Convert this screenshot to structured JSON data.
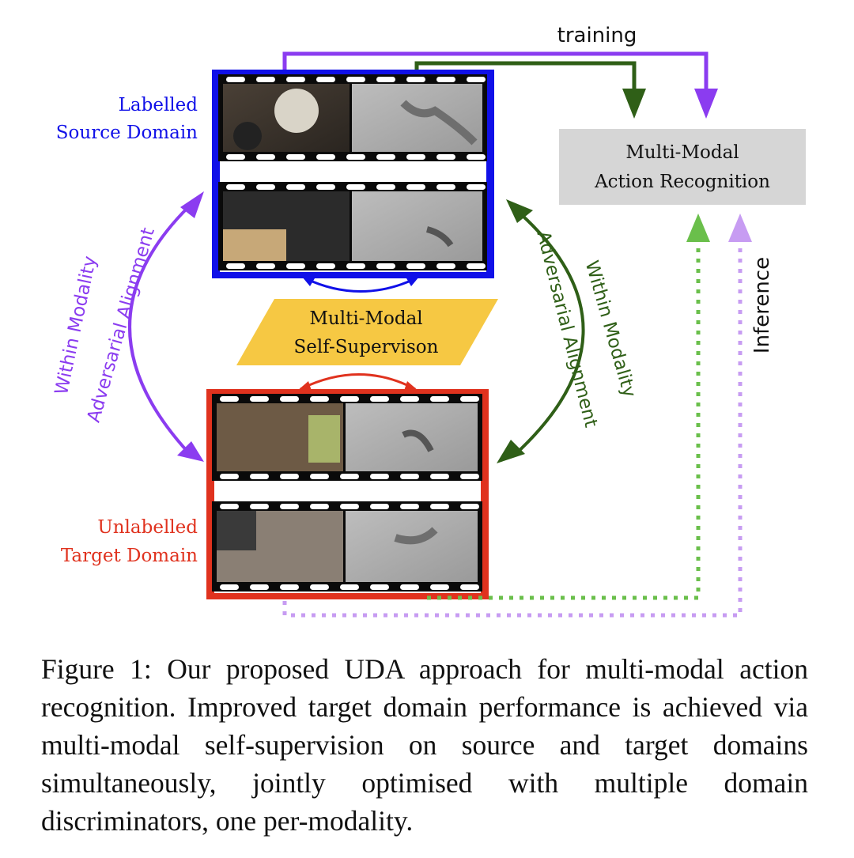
{
  "colors": {
    "purple": "#8b3cf0",
    "dark_green": "#2f5f17",
    "light_green": "#6abf4b",
    "light_purple": "#c79cf2",
    "blue": "#1010e8",
    "red": "#e0321e",
    "yellow": "#f6c843",
    "gray_box": "#d6d6d6"
  },
  "labels": {
    "training": "training",
    "inference": "Inference",
    "source_line1": "Labelled",
    "source_line2": "Source Domain",
    "target_line1": "Unlabelled",
    "target_line2": "Target Domain",
    "recog_line1": "Multi-Modal",
    "recog_line2": "Action Recognition",
    "selfsup_line1": "Multi-Modal",
    "selfsup_line2": "Self-Supervison",
    "left_arc_line1": "Within Modality",
    "left_arc_line2": "Adversarial Alignment",
    "right_arc_line1": "Within Modality",
    "right_arc_line2": "Adversarial Alignment"
  },
  "caption": "Figure 1: Our proposed UDA approach for multi-modal action recognition. Improved target domain performance is achieved via multi-modal self-supervision on source and target domains simultaneously, jointly optimised with multiple domain discriminators, one per-modality."
}
